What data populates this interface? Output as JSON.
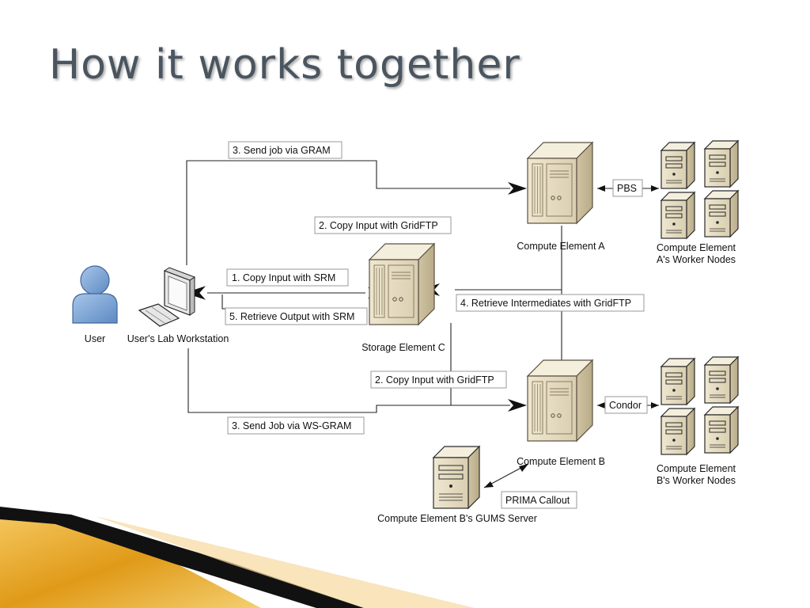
{
  "title": "How it works together",
  "colors": {
    "title": "#4a5560",
    "server_beige": "#e8e0c8",
    "user_blue": "#7fa8d8",
    "gold_stripe": "#e8a020"
  },
  "nodes": {
    "user": "User",
    "workstation": "User's Lab Workstation",
    "storage": "Storage Element C",
    "ce_a": "Compute Element A",
    "ce_a_workers_line1": "Compute Element",
    "ce_a_workers_line2": "A's Worker Nodes",
    "ce_b": "Compute Element B",
    "ce_b_workers_line1": "Compute Element",
    "ce_b_workers_line2": "B's Worker Nodes",
    "gums": "Compute Element B's GUMS Server"
  },
  "edges": {
    "send_gram": "3. Send job via GRAM",
    "copy_gridftp_a": "2. Copy Input with GridFTP",
    "copy_srm": "1. Copy Input with SRM",
    "retrieve_intermediates": "4. Retrieve Intermediates with GridFTP",
    "retrieve_srm": "5. Retrieve Output with SRM",
    "copy_gridftp_b": "2. Copy Input with GridFTP",
    "send_wsgram": "3. Send Job via WS-GRAM",
    "pbs": "PBS",
    "condor": "Condor",
    "prima": "PRIMA Callout"
  }
}
